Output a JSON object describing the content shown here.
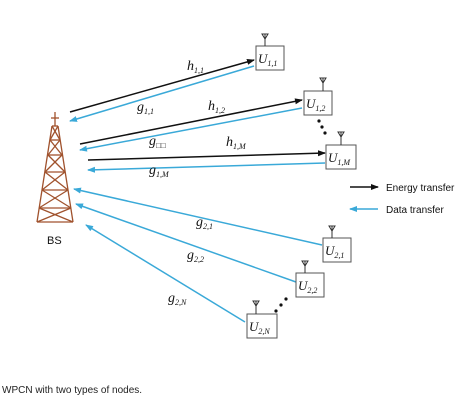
{
  "diagram": {
    "bs_label": "BS",
    "users": [
      {
        "id": "u11",
        "base": "U",
        "sub": "1,1"
      },
      {
        "id": "u12",
        "base": "U",
        "sub": "1,2"
      },
      {
        "id": "u1m",
        "base": "U",
        "sub": "1,M"
      },
      {
        "id": "u21",
        "base": "U",
        "sub": "2,1"
      },
      {
        "id": "u22",
        "base": "U",
        "sub": "2,2"
      },
      {
        "id": "u2n",
        "base": "U",
        "sub": "2,N"
      }
    ],
    "channel_labels": [
      {
        "id": "h11",
        "base": "h",
        "sub": "1,1"
      },
      {
        "id": "g11",
        "base": "g",
        "sub": "1,1"
      },
      {
        "id": "h12",
        "base": "h",
        "sub": "1,2"
      },
      {
        "id": "g12",
        "base": "g",
        "sub": "□□"
      },
      {
        "id": "h1m",
        "base": "h",
        "sub": "1,M"
      },
      {
        "id": "g1m",
        "base": "g",
        "sub": "1,M"
      },
      {
        "id": "g21",
        "base": "g",
        "sub": "2,1"
      },
      {
        "id": "g22",
        "base": "g",
        "sub": "2,2"
      },
      {
        "id": "g2n",
        "base": "g",
        "sub": "2,N"
      }
    ],
    "legend": {
      "energy": "Energy transfer",
      "data": "Data transfer"
    },
    "colors": {
      "energy": "#111111",
      "data": "#3aa9d8",
      "tower": "#a0522d"
    }
  },
  "caption": "WPCN with two types of nodes."
}
